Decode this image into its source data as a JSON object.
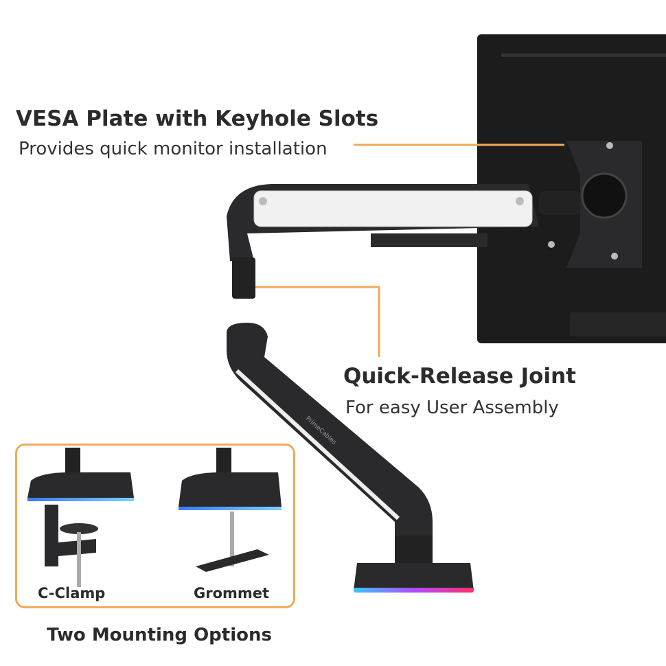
{
  "callouts": {
    "vesa": {
      "title": "VESA Plate with Keyhole Slots",
      "subtitle": "Provides quick monitor installation"
    },
    "joint": {
      "title": "Quick-Release Joint",
      "subtitle": "For easy User Assembly"
    }
  },
  "mounting": {
    "options": [
      {
        "label": "C-Clamp"
      },
      {
        "label": "Grommet"
      }
    ],
    "caption": "Two Mounting Options"
  },
  "brand_logo": "PrimeCables",
  "colors": {
    "accent": "#f2aa5a",
    "product": "#2a2a2c",
    "monitor": "#1c1c1c"
  }
}
